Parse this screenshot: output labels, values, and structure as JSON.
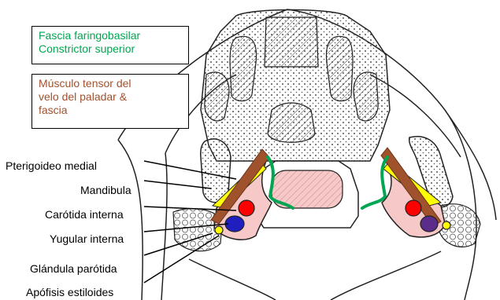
{
  "legend": {
    "green_lines": [
      "Fascia faringobasilar",
      "Constrictor superior"
    ],
    "brown_lines": [
      "Músculo tensor del",
      "velo del paladar &",
      "fascia"
    ]
  },
  "labels": [
    "Pterigoideo medial",
    "Mandibula",
    "Carótida interna",
    "Yugular interna",
    "Glándula parótida",
    "Apófisis estiloides"
  ],
  "colors": {
    "green": "#00a651",
    "brown": "#a0522d",
    "space_fill": "#f7c8c8",
    "yellow": "#ffff00",
    "red": "#ff0000",
    "blue": "#1f1fbf",
    "purple": "#5b2c8a"
  }
}
